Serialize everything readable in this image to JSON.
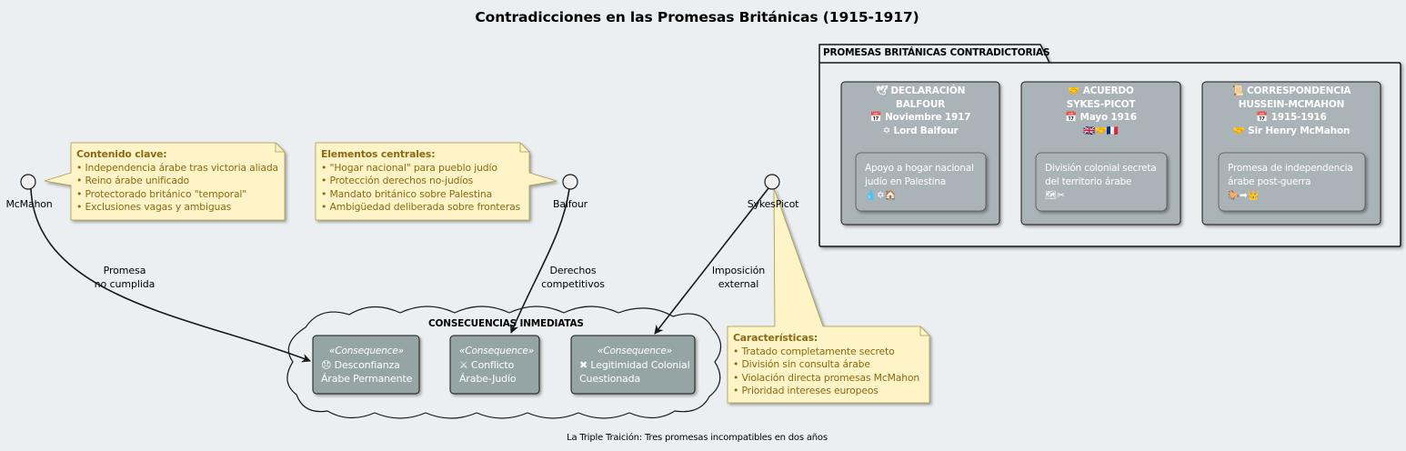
{
  "title": "Contradicciones en las Promesas Británicas (1915-1917)",
  "footer": "La Triple Traición: Tres promesas incompatibles en dos años",
  "interfaces": {
    "mcmahon": "McMahon",
    "balfour": "Balfour",
    "sykespicot": "SykesPicot"
  },
  "notes": {
    "mcmahon": {
      "title": "Contenido clave:",
      "items": [
        "• Independencia árabe tras victoria aliada",
        "• Reino árabe unificado",
        "• Protectorado británico \"temporal\"",
        "• Exclusiones vagas y ambiguas"
      ]
    },
    "balfour": {
      "title": "Elementos centrales:",
      "items": [
        "• \"Hogar nacional\" para pueblo judío",
        "• Protección derechos no-judíos",
        "• Mandato británico sobre Palestina",
        "• Ambigüedad deliberada sobre fronteras"
      ]
    },
    "sykespicot": {
      "title": "Características:",
      "items": [
        "• Tratado completamente secreto",
        "• División sin consulta árabe",
        "• Violación directa promesas McMahon",
        "• Prioridad intereses europeos"
      ]
    }
  },
  "edges": {
    "mcmahon": [
      "Promesa",
      "no cumplida"
    ],
    "balfour": [
      "Derechos",
      "competitivos"
    ],
    "sykespicot": [
      "Imposición",
      "external"
    ]
  },
  "package": {
    "title": "PROMESAS BRITÁNICAS CONTRADICTORIAS",
    "cards": [
      {
        "lines": [
          "🕊 DECLARACIÓN",
          "BALFOUR",
          "📅 Noviembre 1917",
          "✡ Lord Balfour"
        ],
        "inner": [
          "Apoyo a hogar nacional",
          "judío en Palestina",
          "💧✡🏠"
        ]
      },
      {
        "lines": [
          "🤝 ACUERDO",
          "SYKES-PICOT",
          "📅 Mayo 1916",
          "🇬🇧🤝🇫🇷"
        ],
        "inner": [
          "División colonial secreta",
          "del territorio árabe",
          "🗺✂"
        ]
      },
      {
        "lines": [
          "📜 CORRESPONDENCIA",
          "HUSSEIN-MCMAHON",
          "📅 1915-1916",
          "🤝 Sir Henry McMahon"
        ],
        "inner": [
          "Promesa de independencia",
          "árabe post-guerra",
          "🐎➡👑"
        ]
      }
    ]
  },
  "cloud": {
    "title": "CONSECUENCIAS INMEDIATAS",
    "items": [
      {
        "stereotype": "«Consequence»",
        "lines": [
          "😞 Desconfianza",
          "Árabe Permanente"
        ]
      },
      {
        "stereotype": "«Consequence»",
        "lines": [
          "⚔ Conflicto",
          "Árabe-Judío"
        ]
      },
      {
        "stereotype": "«Consequence»",
        "lines": [
          "✖ Legitimidad Colonial",
          "Cuestionada"
        ]
      }
    ]
  },
  "colors": {
    "background": "#ECEFF1",
    "note_fill": "#FEF4C8",
    "note_text": "#8A6A10",
    "card_fill": "#AAB3B8",
    "consequence_fill": "#95A5A6"
  }
}
